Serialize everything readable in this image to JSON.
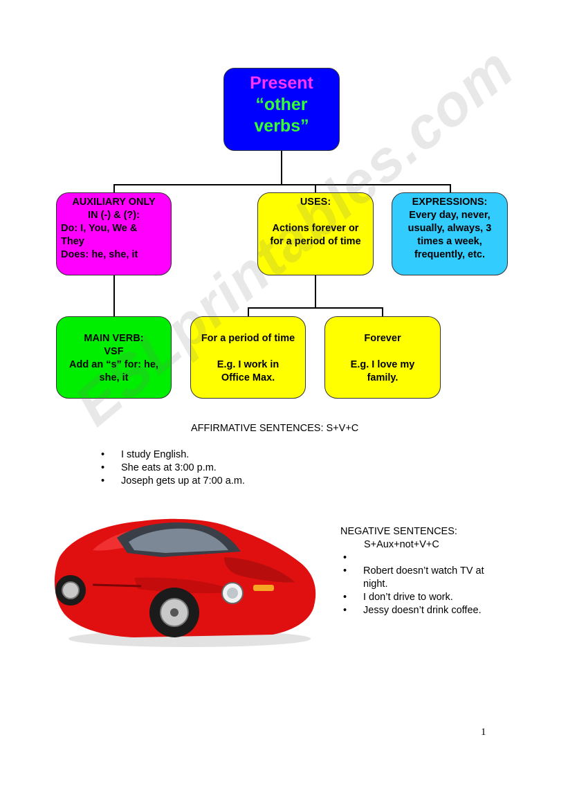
{
  "chart": {
    "root": {
      "lines": [
        "Present",
        "“other",
        "verbs”"
      ]
    },
    "auxiliary": {
      "lines": [
        "AUXILIARY ONLY",
        "IN (-) & (?):",
        "Do: I, You, We &",
        "They",
        "Does: he, she, it"
      ]
    },
    "uses": {
      "lines": [
        "USES:",
        "Actions forever or",
        "for a period of time"
      ]
    },
    "expressions": {
      "lines": [
        "EXPRESSIONS:",
        "Every day, never,",
        "usually, always, 3",
        "times a week,",
        "frequently, etc."
      ]
    },
    "main_verb": {
      "lines": [
        "MAIN VERB:",
        "VSF",
        "Add an “s” for: he,",
        "she, it"
      ]
    },
    "period": {
      "lines": [
        "For a period of time",
        "E.g. I work in",
        "Office Max."
      ]
    },
    "forever": {
      "lines": [
        "Forever",
        "E.g. I love my",
        "family."
      ]
    }
  },
  "affirmative": {
    "heading": "AFFIRMATIVE SENTENCES: S+V+C",
    "items": [
      "I study English.",
      "She eats at 3:00 p.m.",
      "Joseph gets up at 7:00 a.m."
    ]
  },
  "negative": {
    "heading_line1": "NEGATIVE SENTENCES:",
    "heading_line2": "S+Aux+not+V+C",
    "items": [
      "",
      "Robert doesn’t watch TV at night.",
      "I don’t drive to work.",
      "Jessy doesn’t drink coffee."
    ]
  },
  "watermark": "ESLprintables.com",
  "page_number": "1",
  "colors": {
    "root_box": "#0000ff",
    "auxiliary_box": "#ff00ff",
    "uses_box": "#ffff00",
    "expressions_box": "#33ccff",
    "main_verb_box": "#00ee00",
    "car_body": "#e01010"
  }
}
